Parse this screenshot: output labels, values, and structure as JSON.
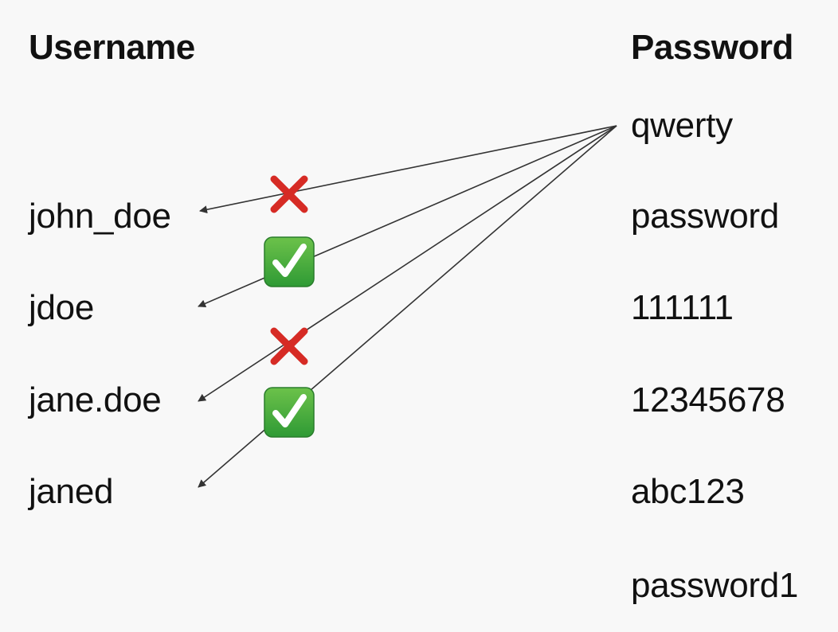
{
  "headers": {
    "username": "Username",
    "password": "Password"
  },
  "usernames": [
    "john_doe",
    "jdoe",
    "jane.doe",
    "janed"
  ],
  "passwords": [
    "qwerty",
    "password",
    "111111",
    "12345678",
    "abc123",
    "password1"
  ],
  "attempts": [
    {
      "from": "qwerty",
      "to": "john_doe",
      "result": "fail",
      "icon": "red-cross-icon"
    },
    {
      "from": "qwerty",
      "to": "jdoe",
      "result": "success",
      "icon": "green-check-icon"
    },
    {
      "from": "qwerty",
      "to": "jane.doe",
      "result": "fail",
      "icon": "red-cross-icon"
    },
    {
      "from": "qwerty",
      "to": "janed",
      "result": "success",
      "icon": "green-check-icon"
    }
  ],
  "colors": {
    "background": "#f8f8f8",
    "text": "#111111",
    "arrow": "#333333",
    "fail": "#d62b25",
    "success": "#3aa23a"
  }
}
